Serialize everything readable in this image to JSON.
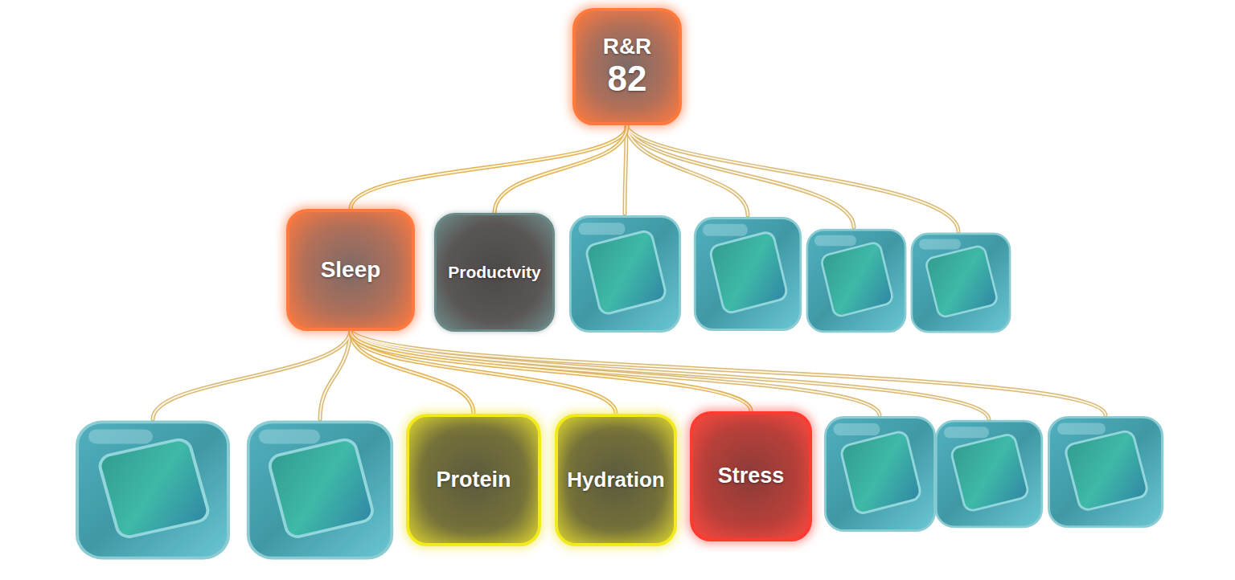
{
  "diagram": {
    "nodes": [
      {
        "text": [
          "R&R",
          "82"
        ]
      },
      {
        "text": [
          "Sleep"
        ]
      },
      {
        "text": [
          "Productvity"
        ]
      },
      {
        "text": [
          "Protein"
        ]
      },
      {
        "text": [
          "Hydration"
        ]
      },
      {
        "text": [
          "Stress"
        ]
      }
    ],
    "edges": [
      {
        "from": 0,
        "to": 1,
        "arrow": "none"
      },
      {
        "from": 0,
        "to": 2,
        "arrow": "none"
      },
      {
        "from": 1,
        "to": 3,
        "arrow": "none"
      },
      {
        "from": 1,
        "to": 4,
        "arrow": "none"
      },
      {
        "from": 1,
        "to": 5,
        "arrow": "none"
      }
    ]
  }
}
